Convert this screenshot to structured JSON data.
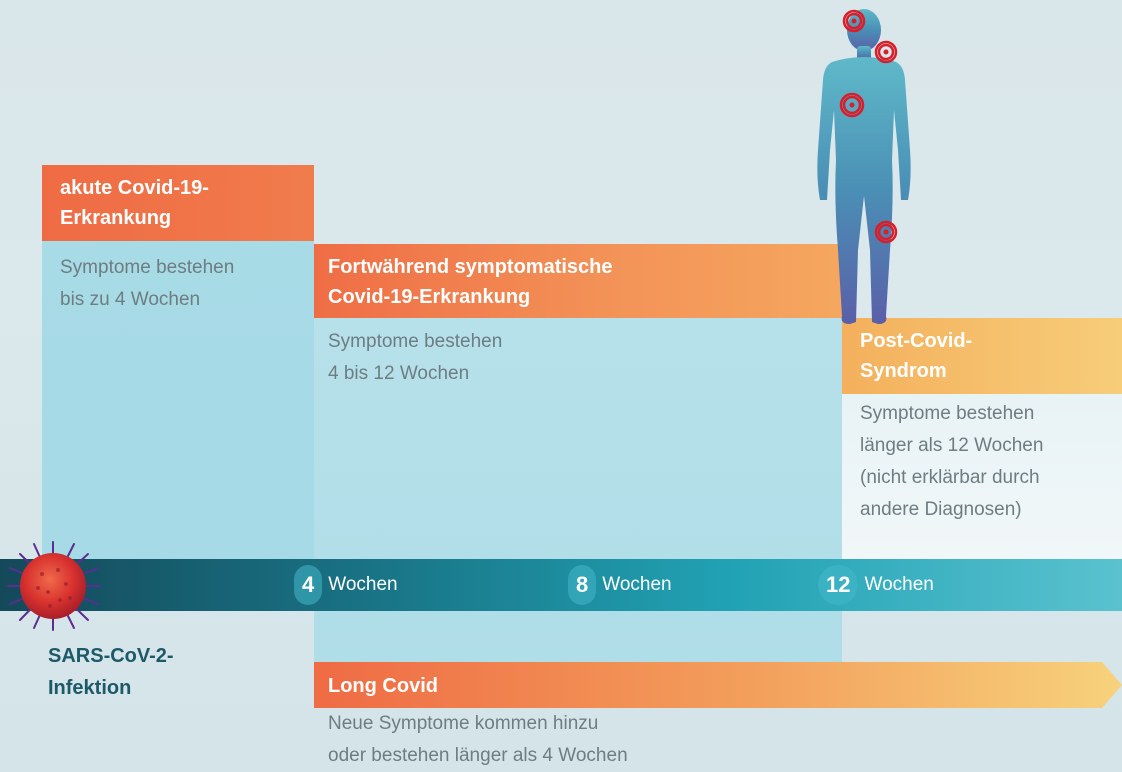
{
  "stages": [
    {
      "title": "akute Covid-19-\nErkrankung",
      "description": "Symptome bestehen\nbis zu 4 Wochen"
    },
    {
      "title": "Fortwährend symptomatische\nCovid-19-Erkrankung",
      "description": "Symptome bestehen\n4 bis 12 Wochen"
    },
    {
      "title": "Post-Covid-\nSyndrom",
      "description": "Symptome bestehen\nlänger als 12 Wochen\n(nicht erklärbar durch\nandere Diagnosen)"
    }
  ],
  "timeline": {
    "markers": [
      {
        "number": "4",
        "label": "Wochen"
      },
      {
        "number": "8",
        "label": "Wochen"
      },
      {
        "number": "12",
        "label": "Wochen"
      }
    ],
    "start_label": "SARS-CoV-2-\nInfektion"
  },
  "long_covid": {
    "title": "Long Covid",
    "description": "Neue Symptome kommen hinzu\noder bestehen länger als 4 Wochen"
  },
  "colors": {
    "orange": "#ef6b44",
    "light_orange": "#f7cd7a",
    "teal_dark": "#14495a",
    "teal": "#21a2b4",
    "marker_red": "#d81e2a"
  },
  "icons": {
    "virus": "coronavirus-icon",
    "human": "human-body-icon",
    "symptom_marker": "target-marker-icon"
  }
}
